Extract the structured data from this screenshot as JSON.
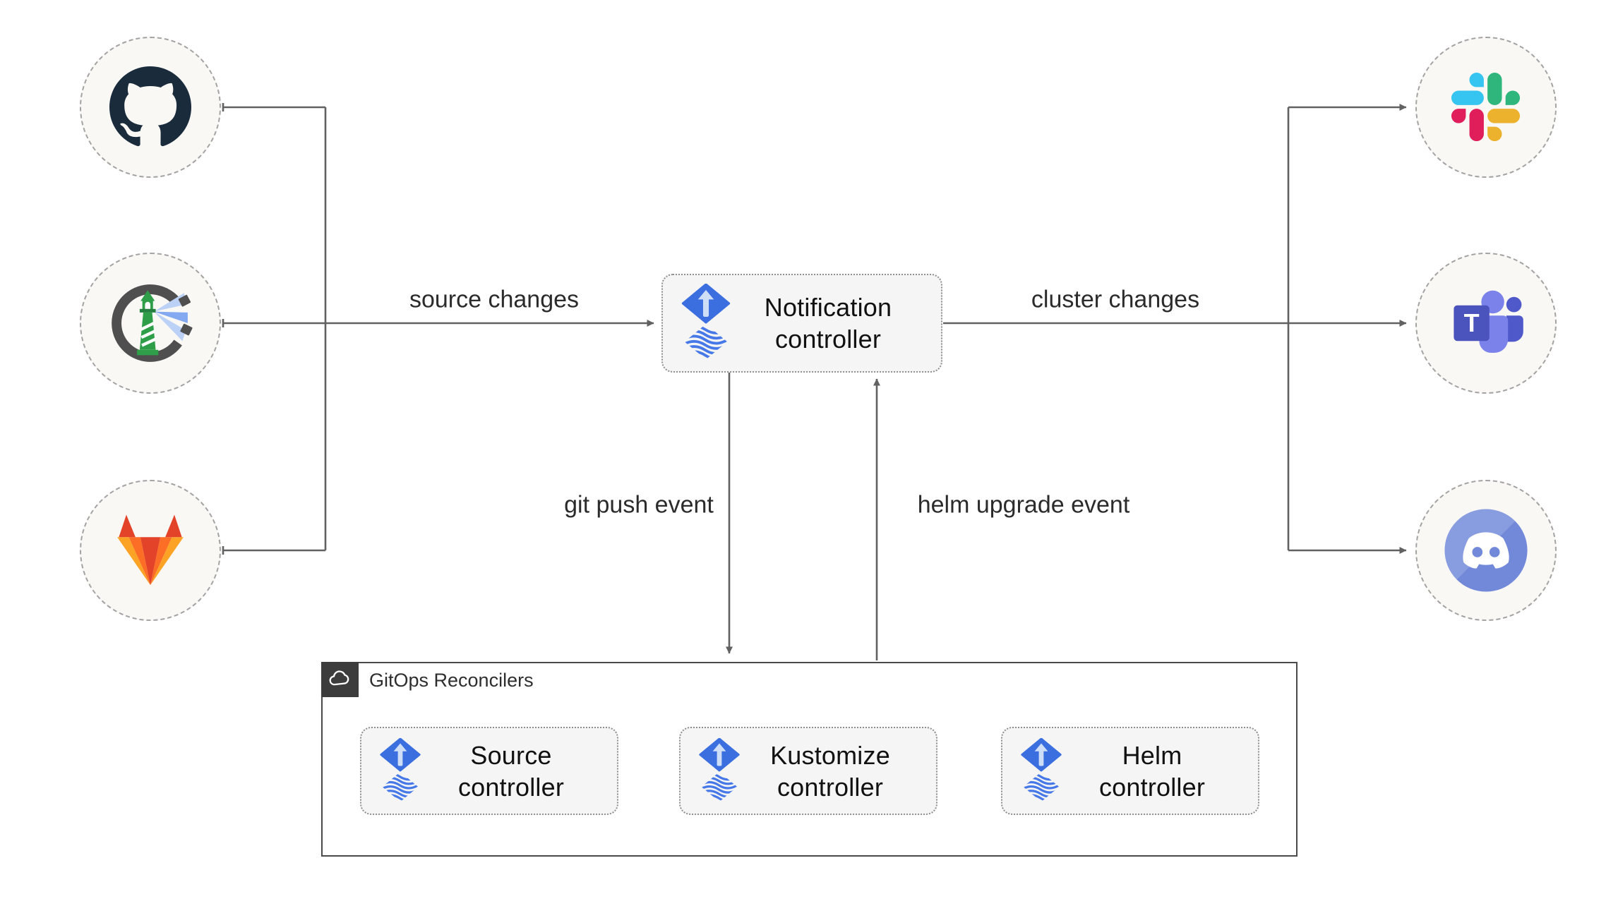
{
  "diagram": {
    "group": {
      "title": "GitOps Reconcilers"
    },
    "nodes": {
      "notification": {
        "label": "Notification\ncontroller"
      },
      "source": {
        "label": "Source\ncontroller"
      },
      "kustomize": {
        "label": "Kustomize\ncontroller"
      },
      "helm": {
        "label": "Helm\ncontroller"
      }
    },
    "sources": [
      {
        "id": "github",
        "icon": "github-icon"
      },
      {
        "id": "harbor",
        "icon": "harbor-icon"
      },
      {
        "id": "gitlab",
        "icon": "gitlab-icon"
      }
    ],
    "targets": [
      {
        "id": "slack",
        "icon": "slack-icon"
      },
      {
        "id": "teams",
        "icon": "teams-icon"
      },
      {
        "id": "discord",
        "icon": "discord-icon"
      }
    ],
    "edge_labels": {
      "source_changes": "source changes",
      "cluster_changes": "cluster changes",
      "git_push": "git push event",
      "helm_upgrade": "helm upgrade event"
    },
    "edges": [
      {
        "from": "github",
        "to": "notification"
      },
      {
        "from": "harbor",
        "to": "notification",
        "label": "source changes"
      },
      {
        "from": "gitlab",
        "to": "notification"
      },
      {
        "from": "notification",
        "to": "slack"
      },
      {
        "from": "notification",
        "to": "teams",
        "label": "cluster changes"
      },
      {
        "from": "notification",
        "to": "discord"
      },
      {
        "from": "notification",
        "to": "gitops-reconcilers",
        "label": "git push event"
      },
      {
        "from": "gitops-reconcilers",
        "to": "notification",
        "label": "helm upgrade event"
      },
      {
        "from": "source",
        "to": "kustomize"
      },
      {
        "from": "kustomize",
        "to": "helm"
      }
    ],
    "colors": {
      "flux_blue": "#3b6fe0",
      "flux_wave_blue": "#4678e8",
      "line_gray": "#616161",
      "box_fill": "#f5f5f5",
      "box_border": "#8f8f8f",
      "circle_fill": "#f9f8f5",
      "circle_border": "#a3a3a3",
      "group_border": "#4a4a4a",
      "group_corner": "#3c3c3c",
      "github_dark": "#1a2b3c",
      "gitlab_red": "#e24329",
      "gitlab_orange": "#fc6d26",
      "gitlab_yellow": "#fca326",
      "slack_blue": "#36c5f0",
      "slack_green": "#2eb67d",
      "slack_red": "#e01e5a",
      "slack_yellow": "#ecb22e",
      "teams_purple": "#4b53bc",
      "teams_light_purple": "#7b83eb",
      "discord_blurple": "#7289da",
      "harbor_green": "#2f9e49",
      "harbor_gray": "#4f4f4f"
    }
  }
}
